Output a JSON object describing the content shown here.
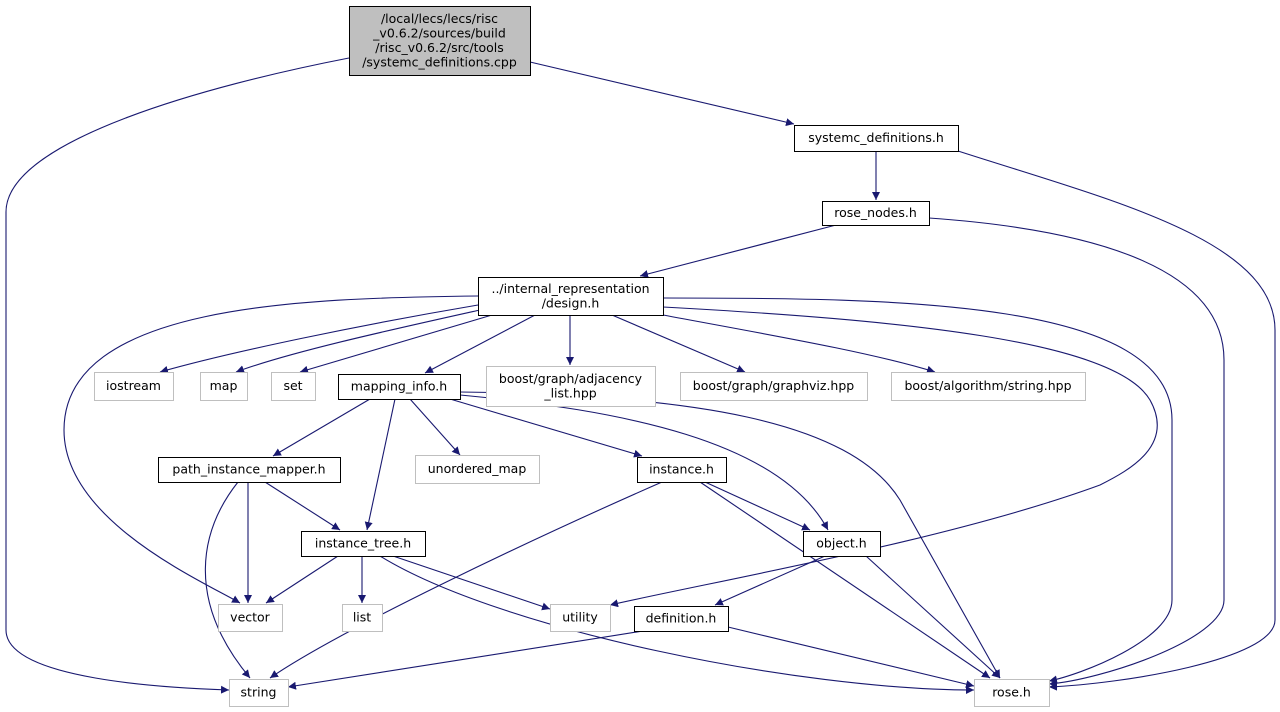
{
  "diagram": {
    "type": "include-dependency-graph",
    "colors": {
      "edge": "#191970",
      "root_fill": "#bfbfbf",
      "documented_border": "#000000",
      "external_border": "#bfbfbf",
      "node_fill": "#ffffff"
    },
    "nodes": [
      {
        "id": "root",
        "kind": "root",
        "lines": [
          "/local/lecs/lecs/risc",
          "_v0.6.2/sources/build",
          "/risc_v0.6.2/src/tools",
          "/systemc_definitions.cpp"
        ]
      },
      {
        "id": "systemc_definitions_h",
        "kind": "documented",
        "lines": [
          "systemc_definitions.h"
        ]
      },
      {
        "id": "rose_nodes_h",
        "kind": "documented",
        "lines": [
          "rose_nodes.h"
        ]
      },
      {
        "id": "design_h",
        "kind": "documented",
        "lines": [
          "../internal_representation",
          "/design.h"
        ]
      },
      {
        "id": "iostream",
        "kind": "external",
        "lines": [
          "iostream"
        ]
      },
      {
        "id": "map",
        "kind": "external",
        "lines": [
          "map"
        ]
      },
      {
        "id": "set",
        "kind": "external",
        "lines": [
          "set"
        ]
      },
      {
        "id": "mapping_info_h",
        "kind": "documented",
        "lines": [
          "mapping_info.h"
        ]
      },
      {
        "id": "adjacency_list",
        "kind": "external",
        "lines": [
          "boost/graph/adjacency",
          "_list.hpp"
        ]
      },
      {
        "id": "graphviz_hpp",
        "kind": "external",
        "lines": [
          "boost/graph/graphviz.hpp"
        ]
      },
      {
        "id": "string_hpp",
        "kind": "external",
        "lines": [
          "boost/algorithm/string.hpp"
        ]
      },
      {
        "id": "path_instance_mapper_h",
        "kind": "documented",
        "lines": [
          "path_instance_mapper.h"
        ]
      },
      {
        "id": "unordered_map",
        "kind": "external",
        "lines": [
          "unordered_map"
        ]
      },
      {
        "id": "instance_h",
        "kind": "documented",
        "lines": [
          "instance.h"
        ]
      },
      {
        "id": "instance_tree_h",
        "kind": "documented",
        "lines": [
          "instance_tree.h"
        ]
      },
      {
        "id": "object_h",
        "kind": "documented",
        "lines": [
          "object.h"
        ]
      },
      {
        "id": "vector",
        "kind": "external",
        "lines": [
          "vector"
        ]
      },
      {
        "id": "list",
        "kind": "external",
        "lines": [
          "list"
        ]
      },
      {
        "id": "utility",
        "kind": "external",
        "lines": [
          "utility"
        ]
      },
      {
        "id": "definition_h",
        "kind": "documented",
        "lines": [
          "definition.h"
        ]
      },
      {
        "id": "string",
        "kind": "external",
        "lines": [
          "string"
        ]
      },
      {
        "id": "rose_h",
        "kind": "external",
        "lines": [
          "rose.h"
        ]
      }
    ],
    "edges": [
      {
        "from": "root",
        "to": "systemc_definitions_h"
      },
      {
        "from": "root",
        "to": "string"
      },
      {
        "from": "systemc_definitions_h",
        "to": "rose_nodes_h"
      },
      {
        "from": "systemc_definitions_h",
        "to": "rose_h"
      },
      {
        "from": "rose_nodes_h",
        "to": "design_h"
      },
      {
        "from": "rose_nodes_h",
        "to": "rose_h"
      },
      {
        "from": "design_h",
        "to": "iostream"
      },
      {
        "from": "design_h",
        "to": "map"
      },
      {
        "from": "design_h",
        "to": "set"
      },
      {
        "from": "design_h",
        "to": "mapping_info_h"
      },
      {
        "from": "design_h",
        "to": "adjacency_list"
      },
      {
        "from": "design_h",
        "to": "graphviz_hpp"
      },
      {
        "from": "design_h",
        "to": "string_hpp"
      },
      {
        "from": "design_h",
        "to": "vector"
      },
      {
        "from": "design_h",
        "to": "utility"
      },
      {
        "from": "design_h",
        "to": "rose_h"
      },
      {
        "from": "mapping_info_h",
        "to": "path_instance_mapper_h"
      },
      {
        "from": "mapping_info_h",
        "to": "unordered_map"
      },
      {
        "from": "mapping_info_h",
        "to": "instance_h"
      },
      {
        "from": "mapping_info_h",
        "to": "instance_tree_h"
      },
      {
        "from": "mapping_info_h",
        "to": "object_h"
      },
      {
        "from": "mapping_info_h",
        "to": "rose_h"
      },
      {
        "from": "path_instance_mapper_h",
        "to": "instance_tree_h"
      },
      {
        "from": "path_instance_mapper_h",
        "to": "vector"
      },
      {
        "from": "path_instance_mapper_h",
        "to": "string"
      },
      {
        "from": "instance_h",
        "to": "object_h"
      },
      {
        "from": "instance_h",
        "to": "string"
      },
      {
        "from": "instance_h",
        "to": "rose_h"
      },
      {
        "from": "instance_tree_h",
        "to": "vector"
      },
      {
        "from": "instance_tree_h",
        "to": "list"
      },
      {
        "from": "instance_tree_h",
        "to": "utility"
      },
      {
        "from": "instance_tree_h",
        "to": "rose_h"
      },
      {
        "from": "object_h",
        "to": "definition_h"
      },
      {
        "from": "object_h",
        "to": "rose_h"
      },
      {
        "from": "definition_h",
        "to": "string"
      },
      {
        "from": "definition_h",
        "to": "rose_h"
      }
    ]
  }
}
